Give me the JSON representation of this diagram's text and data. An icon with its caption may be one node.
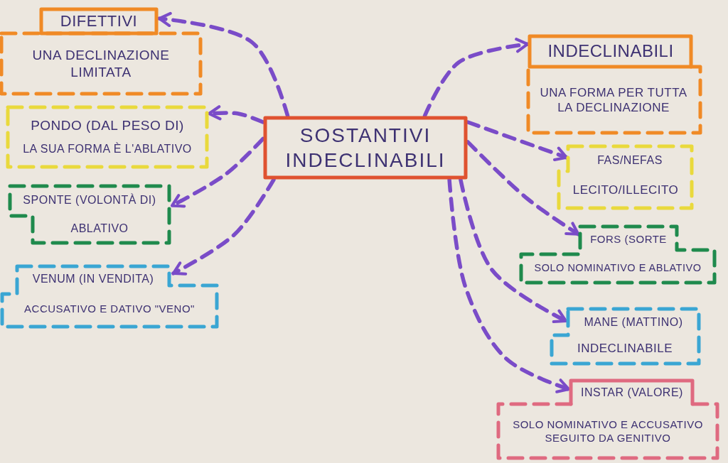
{
  "diagram": {
    "nodes": [
      {
        "text": [
          "SOSTANTIVI INDECLINABILI"
        ]
      },
      {
        "text": [
          "DIFETTIVI",
          "UNA DECLINAZIONE LIMITATA"
        ]
      },
      {
        "text": [
          "PONDO (DAL PESO DI)",
          "LA SUA FORMA È L'ABLATIVO"
        ]
      },
      {
        "text": [
          "SPONTE (VOLONTÀ DI)",
          "ABLATIVO"
        ]
      },
      {
        "text": [
          "VENUM (IN VENDITA)",
          "ACCUSATIVO E DATIVO \"VENO\""
        ]
      },
      {
        "text": [
          "INDECLINABILI",
          "UNA FORMA PER TUTTA LA DECLINAZIONE"
        ]
      },
      {
        "text": [
          "FAS/NEFAS",
          "LECITO/ILLECITO"
        ]
      },
      {
        "text": [
          "FORS (SORTE",
          "SOLO NOMINATIVO E ABLATIVO"
        ]
      },
      {
        "text": [
          "MANE (MATTINO)",
          "INDECLINABILE"
        ]
      },
      {
        "text": [
          "INSTAR (VALORE)",
          "SOLO NOMINATIVO E ACCUSATIVO SEGUITO DA GENITIVO"
        ]
      }
    ],
    "edges": [
      {
        "from": 0,
        "to": 1,
        "arrow": "to",
        "style": "dashed"
      },
      {
        "from": 0,
        "to": 2,
        "arrow": "to",
        "style": "dashed"
      },
      {
        "from": 0,
        "to": 3,
        "arrow": "to",
        "style": "dashed"
      },
      {
        "from": 0,
        "to": 4,
        "arrow": "to",
        "style": "dashed"
      },
      {
        "from": 0,
        "to": 5,
        "arrow": "to",
        "style": "dashed"
      },
      {
        "from": 0,
        "to": 6,
        "arrow": "to",
        "style": "dashed"
      },
      {
        "from": 0,
        "to": 7,
        "arrow": "to",
        "style": "dashed"
      },
      {
        "from": 0,
        "to": 8,
        "arrow": "to",
        "style": "dashed"
      },
      {
        "from": 0,
        "to": 9,
        "arrow": "to",
        "style": "dashed"
      }
    ]
  }
}
